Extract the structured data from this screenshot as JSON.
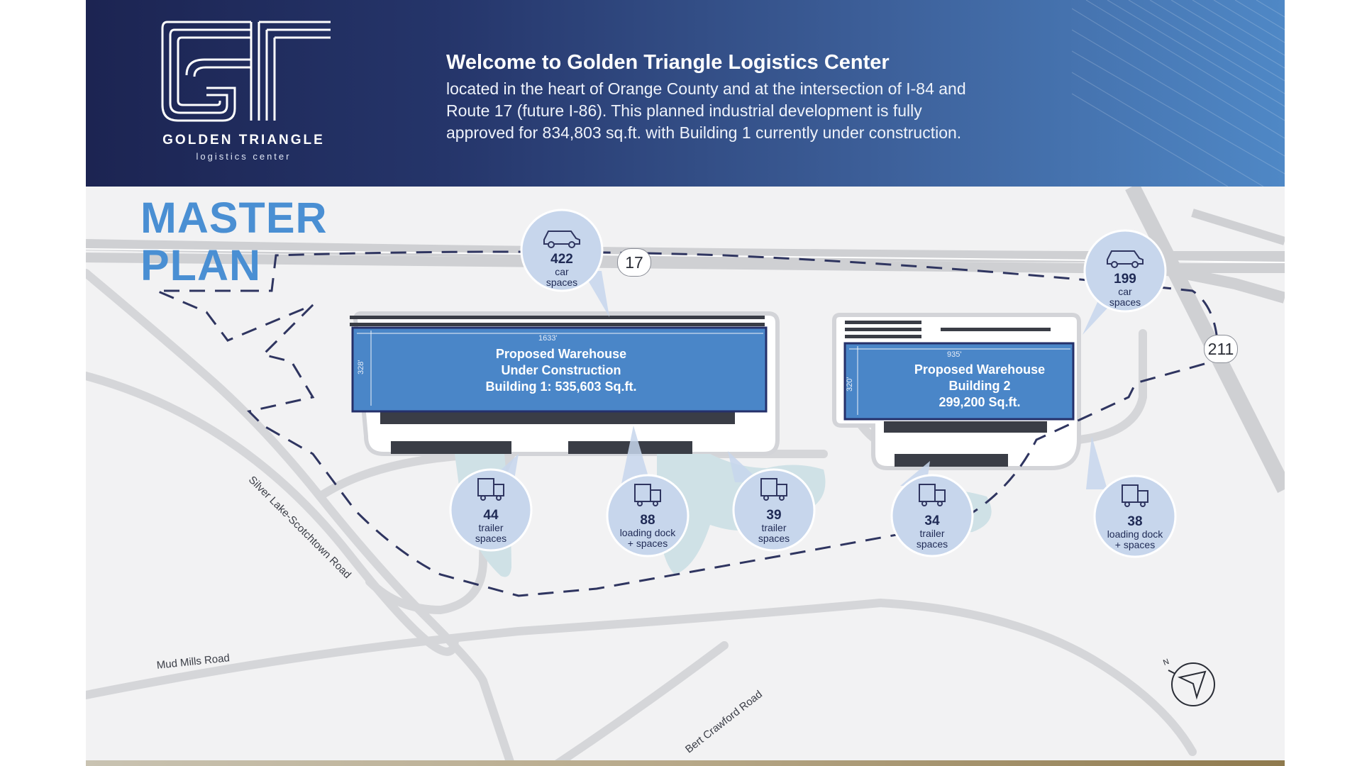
{
  "brand": {
    "name": "GOLDEN TRIANGLE",
    "subtitle": "logistics center"
  },
  "welcome": {
    "title": "Welcome to Golden Triangle Logistics Center",
    "body": "located in the heart of Orange County and at the intersection of I-84 and Route 17 (future I-86). This planned industrial development is fully approved for 834,803 sq.ft. with Building 1 currently under construction."
  },
  "map_title": {
    "line1": "MASTER",
    "line2": "PLAN"
  },
  "buildings": [
    {
      "line1": "Proposed Warehouse",
      "line2": "Under Construction",
      "line3": "Building 1: 535,603 Sq.ft.",
      "width_label": "1633'",
      "depth_label": "328'"
    },
    {
      "line1": "Proposed Warehouse",
      "line2": "Building 2",
      "line3": "299,200 Sq.ft.",
      "width_label": "935'",
      "depth_label": "320'"
    }
  ],
  "callouts": [
    {
      "icon": "car-icon",
      "value": "422",
      "label1": "car",
      "label2": "spaces"
    },
    {
      "icon": "car-icon",
      "value": "199",
      "label1": "car",
      "label2": "spaces"
    },
    {
      "icon": "truck-icon",
      "value": "44",
      "label1": "trailer",
      "label2": "spaces"
    },
    {
      "icon": "truck-icon",
      "value": "88",
      "label1": "loading dock",
      "label2": "+ spaces"
    },
    {
      "icon": "truck-icon",
      "value": "39",
      "label1": "trailer",
      "label2": "spaces"
    },
    {
      "icon": "truck-icon",
      "value": "34",
      "label1": "trailer",
      "label2": "spaces"
    },
    {
      "icon": "truck-icon",
      "value": "38",
      "label1": "loading dock",
      "label2": "+ spaces"
    }
  ],
  "routes": {
    "route_17": "17",
    "route_211": "211"
  },
  "roads": {
    "silver_lake": "Silver Lake-Scotchtown Road",
    "mud_mills": "Mud Mills Road",
    "bert_crawford": "Bert Crawford Road"
  },
  "compass": {
    "icon": "north-arrow-icon",
    "label": "N"
  },
  "colors": {
    "header_dark": "#1c2452",
    "header_light": "#4f88c6",
    "building_fill": "#4a86c8",
    "building_stroke": "#25306a",
    "callout_fill": "#c7d6ec",
    "title_blue": "#4a8fd3",
    "road_gray": "#cfd0d3",
    "pond": "#cfe1e6",
    "boundary": "#2f3560"
  }
}
